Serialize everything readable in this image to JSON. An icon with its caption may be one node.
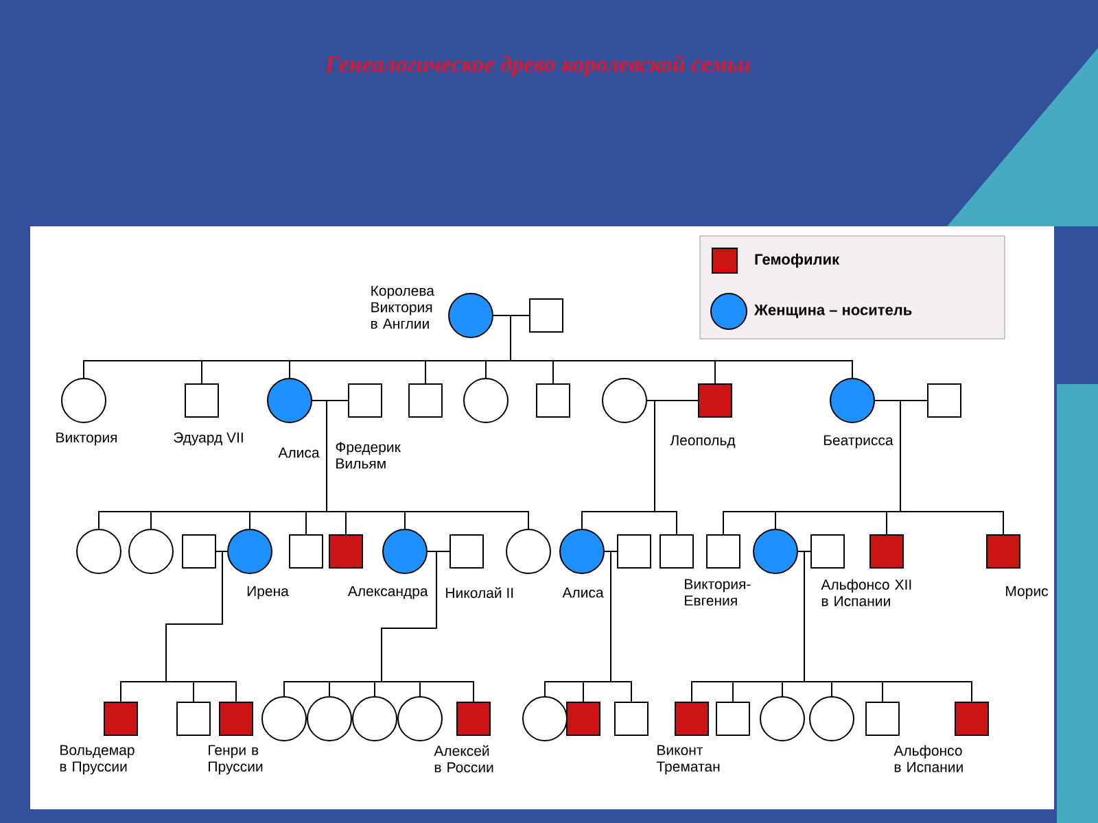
{
  "diagram": {
    "title": "Генеалогическое древо королевской семьи",
    "nodes": [
      {
        "text": [],
        "shape": "circle",
        "beside": [
          "Королева Виктория в Англии"
        ]
      },
      {
        "text": [],
        "shape": "box"
      },
      {
        "text": [],
        "shape": "circle",
        "beside": [
          "Виктория"
        ]
      },
      {
        "text": [],
        "shape": "box",
        "beside": [
          "Эдуард VII"
        ]
      },
      {
        "text": [],
        "shape": "circle",
        "beside": [
          "Алиса"
        ]
      },
      {
        "text": [],
        "shape": "box",
        "beside": [
          "Фредерик Вильям"
        ]
      },
      {
        "text": [],
        "shape": "box"
      },
      {
        "text": [],
        "shape": "circle"
      },
      {
        "text": [],
        "shape": "box"
      },
      {
        "text": [],
        "shape": "circle"
      },
      {
        "text": [],
        "shape": "box",
        "beside": [
          "Леопольд"
        ]
      },
      {
        "text": [],
        "shape": "circle",
        "beside": [
          "Беатрисса"
        ]
      },
      {
        "text": [],
        "shape": "box"
      },
      {
        "text": [],
        "shape": "circle"
      },
      {
        "text": [],
        "shape": "circle"
      },
      {
        "text": [],
        "shape": "box"
      },
      {
        "text": [],
        "shape": "circle",
        "beside": [
          "Ирена"
        ]
      },
      {
        "text": [],
        "shape": "box"
      },
      {
        "text": [],
        "shape": "box"
      },
      {
        "text": [],
        "shape": "circle",
        "beside": [
          "Александра"
        ]
      },
      {
        "text": [],
        "shape": "box",
        "beside": [
          "Николай II"
        ]
      },
      {
        "text": [],
        "shape": "circle"
      },
      {
        "text": [],
        "shape": "circle",
        "beside": [
          "Алиса"
        ]
      },
      {
        "text": [],
        "shape": "box"
      },
      {
        "text": [],
        "shape": "box"
      },
      {
        "text": [],
        "shape": "box"
      },
      {
        "text": [],
        "shape": "circle",
        "beside": [
          "Виктория-Евгения"
        ]
      },
      {
        "text": [],
        "shape": "box",
        "beside": [
          "Альфонсо XII в Испании"
        ]
      },
      {
        "text": [],
        "shape": "box"
      },
      {
        "text": [],
        "shape": "box",
        "beside": [
          "Морис"
        ]
      },
      {
        "text": [],
        "shape": "box",
        "beside": [
          "Вольдемар в Пруссии"
        ]
      },
      {
        "text": [],
        "shape": "box"
      },
      {
        "text": [],
        "shape": "box",
        "beside": [
          "Генри в Пруссии"
        ]
      },
      {
        "text": [],
        "shape": "circle"
      },
      {
        "text": [],
        "shape": "circle"
      },
      {
        "text": [],
        "shape": "circle"
      },
      {
        "text": [],
        "shape": "circle"
      },
      {
        "text": [],
        "shape": "box",
        "beside": [
          "Алексей в России"
        ]
      },
      {
        "text": [],
        "shape": "circle"
      },
      {
        "text": [],
        "shape": "box"
      },
      {
        "text": [],
        "shape": "box"
      },
      {
        "text": [],
        "shape": "box",
        "beside": [
          "Виконт Трематан"
        ]
      },
      {
        "text": [],
        "shape": "box"
      },
      {
        "text": [],
        "shape": "circle"
      },
      {
        "text": [],
        "shape": "circle"
      },
      {
        "text": [],
        "shape": "box"
      },
      {
        "text": [],
        "shape": "box",
        "beside": [
          "Альфонсо в Испании"
        ]
      }
    ],
    "edges": [
      {
        "from": 0,
        "to": 1,
        "arrow": "none"
      },
      {
        "from": 4,
        "to": 5,
        "arrow": "none"
      },
      {
        "from": 9,
        "to": 10,
        "arrow": "none"
      },
      {
        "from": 11,
        "to": 12,
        "arrow": "none"
      },
      {
        "from": 15,
        "to": 16,
        "arrow": "none"
      },
      {
        "from": 19,
        "to": 20,
        "arrow": "none"
      },
      {
        "from": 22,
        "to": 23,
        "arrow": "none"
      },
      {
        "from": 26,
        "to": 27,
        "arrow": "none"
      },
      {
        "from": 0,
        "to": 2,
        "arrow": "none"
      },
      {
        "from": 0,
        "to": 3,
        "arrow": "none"
      },
      {
        "from": 0,
        "to": 4,
        "arrow": "none"
      },
      {
        "from": 0,
        "to": 6,
        "arrow": "none"
      },
      {
        "from": 0,
        "to": 7,
        "arrow": "none"
      },
      {
        "from": 0,
        "to": 8,
        "arrow": "none"
      },
      {
        "from": 0,
        "to": 10,
        "arrow": "none"
      },
      {
        "from": 0,
        "to": 11,
        "arrow": "none"
      },
      {
        "from": 4,
        "to": 13,
        "arrow": "none"
      },
      {
        "from": 4,
        "to": 14,
        "arrow": "none"
      },
      {
        "from": 4,
        "to": 16,
        "arrow": "none"
      },
      {
        "from": 4,
        "to": 17,
        "arrow": "none"
      },
      {
        "from": 4,
        "to": 18,
        "arrow": "none"
      },
      {
        "from": 4,
        "to": 19,
        "arrow": "none"
      },
      {
        "from": 4,
        "to": 21,
        "arrow": "none"
      },
      {
        "from": 9,
        "to": 22,
        "arrow": "none"
      },
      {
        "from": 9,
        "to": 24,
        "arrow": "none"
      },
      {
        "from": 11,
        "to": 25,
        "arrow": "none"
      },
      {
        "from": 11,
        "to": 26,
        "arrow": "none"
      },
      {
        "from": 11,
        "to": 28,
        "arrow": "none"
      },
      {
        "from": 11,
        "to": 29,
        "arrow": "none"
      },
      {
        "from": 16,
        "to": 30,
        "arrow": "none"
      },
      {
        "from": 16,
        "to": 31,
        "arrow": "none"
      },
      {
        "from": 16,
        "to": 32,
        "arrow": "none"
      },
      {
        "from": 19,
        "to": 33,
        "arrow": "none"
      },
      {
        "from": 19,
        "to": 34,
        "arrow": "none"
      },
      {
        "from": 19,
        "to": 35,
        "arrow": "none"
      },
      {
        "from": 19,
        "to": 36,
        "arrow": "none"
      },
      {
        "from": 19,
        "to": 37,
        "arrow": "none"
      },
      {
        "from": 22,
        "to": 38,
        "arrow": "none"
      },
      {
        "from": 22,
        "to": 39,
        "arrow": "none"
      },
      {
        "from": 22,
        "to": 40,
        "arrow": "none"
      },
      {
        "from": 26,
        "to": 41,
        "arrow": "none"
      },
      {
        "from": 26,
        "to": 42,
        "arrow": "none"
      },
      {
        "from": 26,
        "to": 43,
        "arrow": "none"
      },
      {
        "from": 26,
        "to": 44,
        "arrow": "none"
      },
      {
        "from": 26,
        "to": 45,
        "arrow": "none"
      },
      {
        "from": 26,
        "to": 46,
        "arrow": "none"
      }
    ],
    "legend": [
      {
        "text": "Гемофилик",
        "color": "#cc1414"
      },
      {
        "text": "Женщина – носитель",
        "color": "#1e90ff"
      }
    ]
  }
}
